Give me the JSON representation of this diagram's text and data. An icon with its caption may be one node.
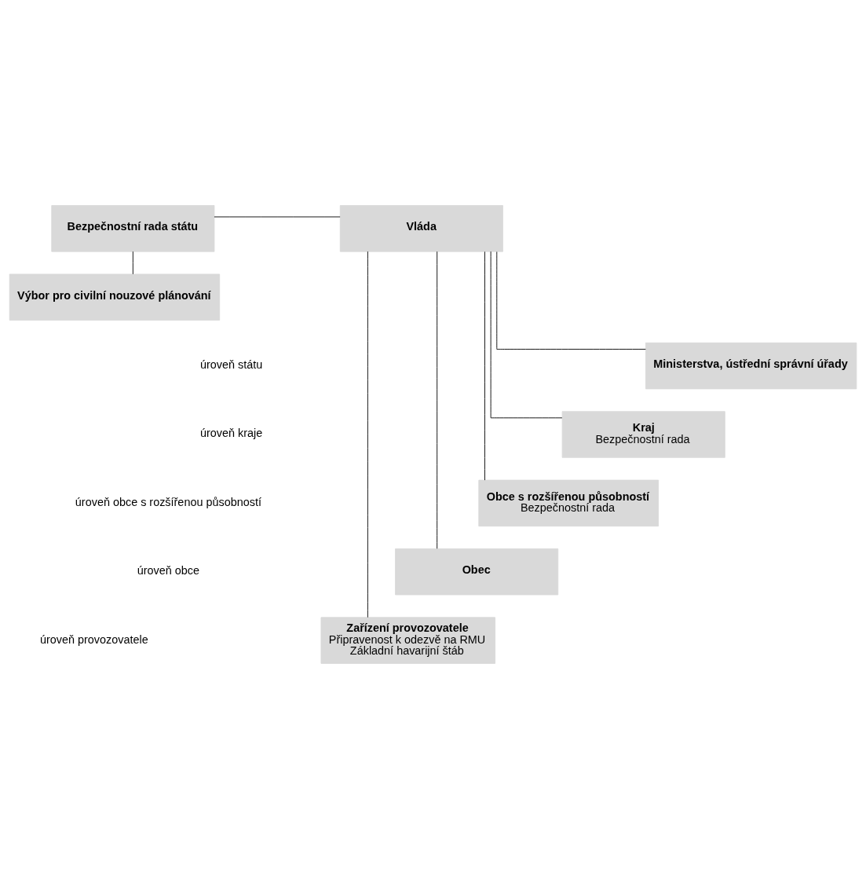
{
  "diagram": {
    "nodes": [
      {
        "text": [
          "Bezpečnostní rada státu"
        ]
      },
      {
        "text": [
          "Vláda"
        ]
      },
      {
        "text": [
          "Výbor pro civilní nouzové plánování"
        ]
      },
      {
        "text": [
          "Ministerstva, ústřední správní úřady"
        ]
      },
      {
        "text": [
          "Kraj",
          "Bezpečnostní rada"
        ]
      },
      {
        "text": [
          "Obce s rozšířenou působností",
          "Bezpečnostní rada"
        ]
      },
      {
        "text": [
          "Obec"
        ]
      },
      {
        "text": [
          "Zařízení provozovatele",
          "Připravenost k odezvě na RMU",
          "Základní havarijní štáb"
        ]
      }
    ],
    "edges": [
      {
        "from": 0,
        "to": 1,
        "arrow": "none"
      },
      {
        "from": 0,
        "to": 2,
        "arrow": "none"
      },
      {
        "from": 1,
        "to": 3,
        "arrow": "none"
      },
      {
        "from": 1,
        "to": 4,
        "arrow": "none"
      },
      {
        "from": 1,
        "to": 5,
        "arrow": "none"
      },
      {
        "from": 1,
        "to": 6,
        "arrow": "none"
      },
      {
        "from": 1,
        "to": 7,
        "arrow": "none"
      }
    ],
    "labels": [
      "úroveň státu",
      "úroveň kraje",
      "úroveň obce s rozšířenou působností",
      "úroveň obce",
      "úroveň provozovatele"
    ]
  }
}
